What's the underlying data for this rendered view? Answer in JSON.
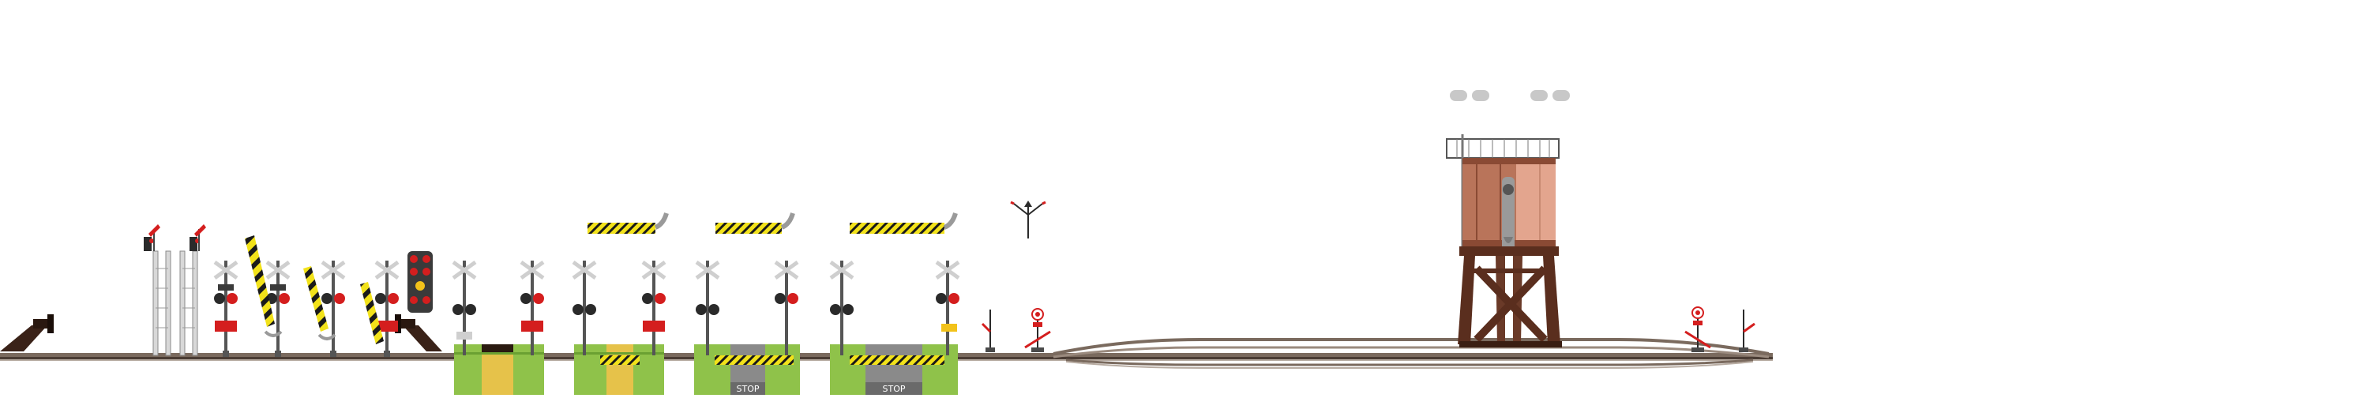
{
  "scene": {
    "palette": {
      "rail": "#7a6a5e",
      "rail_dark": "#4a3c34",
      "sleeper": "#5a4638",
      "grass": "#8fc24a",
      "grass_dark": "#6aa032",
      "road_yellow": "#e6c24a",
      "asphalt": "#8a8a8a",
      "signal_red": "#d41e1e",
      "signal_dark": "#2a2a2a",
      "barrier_yellow": "#f2e21a",
      "tower_wood": "#b9745a",
      "tower_wood_light": "#e3a58e",
      "tower_frame": "#5a2e1e",
      "metal_grey": "#9a9a9a"
    },
    "crossing_plates": [
      {
        "id": "plate-1",
        "sign": ""
      },
      {
        "id": "plate-2",
        "sign": ""
      },
      {
        "id": "plate-3",
        "sign": "STOP"
      },
      {
        "id": "plate-4",
        "sign": "STOP"
      }
    ]
  }
}
